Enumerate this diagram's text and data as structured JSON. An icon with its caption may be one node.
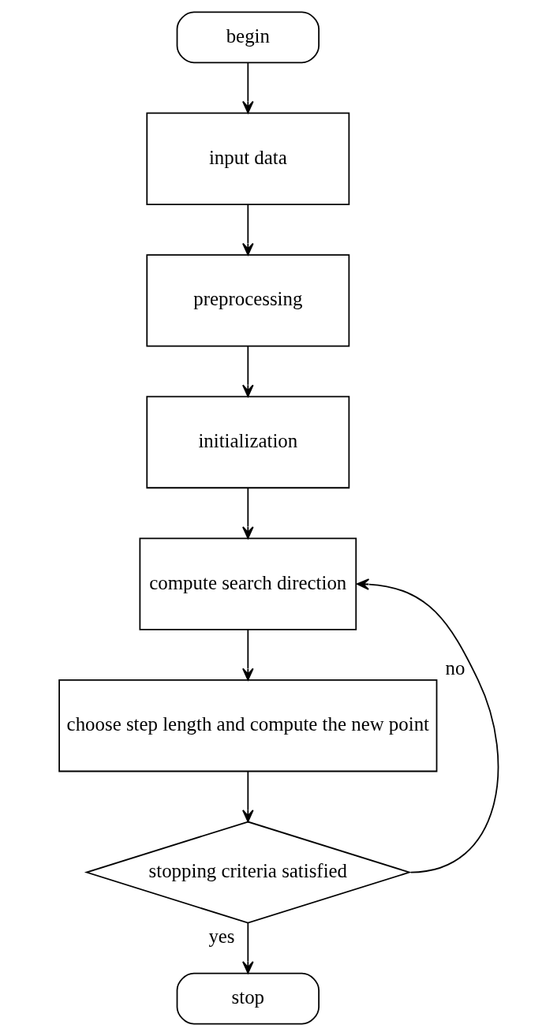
{
  "diagram": {
    "nodes": [
      {
        "text": [
          "begin"
        ]
      },
      {
        "text": [
          "input data"
        ]
      },
      {
        "text": [
          "preprocessing"
        ]
      },
      {
        "text": [
          "initialization"
        ]
      },
      {
        "text": [
          "compute search direction"
        ]
      },
      {
        "text": [
          "choose step length and compute the new point"
        ]
      },
      {
        "text": [
          "stopping criteria satisfied"
        ]
      },
      {
        "text": [
          "stop"
        ]
      }
    ],
    "edges": [
      {
        "from": 0,
        "to": 1,
        "arrow": "to"
      },
      {
        "from": 1,
        "to": 2,
        "arrow": "to"
      },
      {
        "from": 2,
        "to": 3,
        "arrow": "to"
      },
      {
        "from": 3,
        "to": 4,
        "arrow": "to"
      },
      {
        "from": 4,
        "to": 5,
        "arrow": "to"
      },
      {
        "from": 5,
        "to": 6,
        "arrow": "to"
      },
      {
        "from": 6,
        "to": 4,
        "label": "no",
        "arrow": "to"
      },
      {
        "from": 6,
        "to": 7,
        "label": "yes",
        "arrow": "to"
      }
    ]
  }
}
